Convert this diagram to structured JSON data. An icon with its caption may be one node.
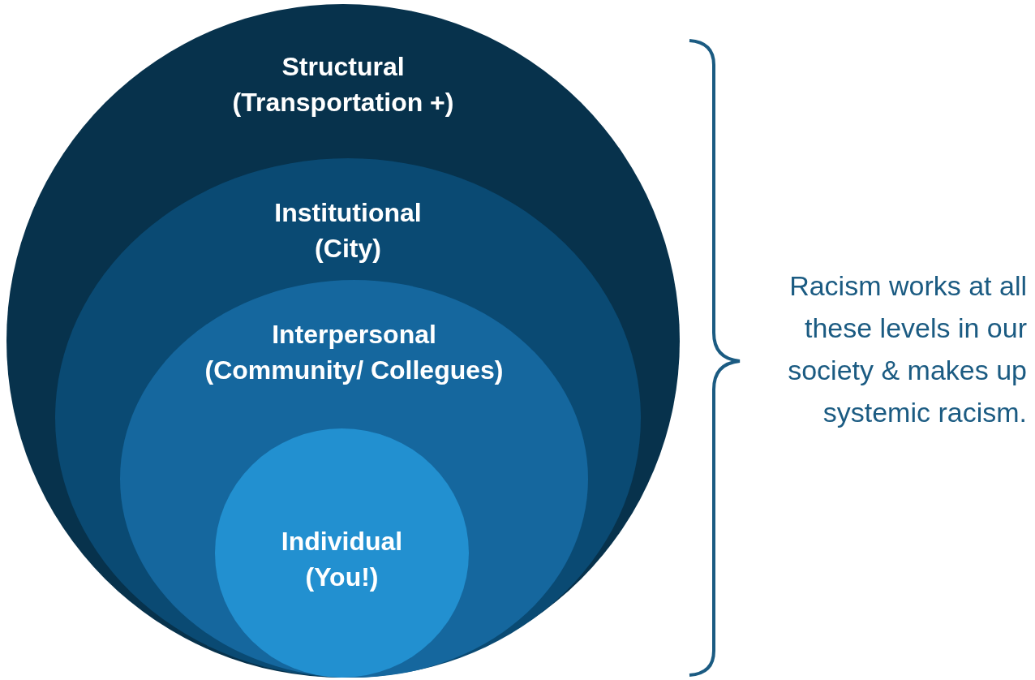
{
  "diagram": {
    "nodes": [
      {
        "text": [
          "Structural",
          "(Transportation +)"
        ]
      },
      {
        "text": [
          "Institutional",
          "(City)"
        ],
        "in": 0
      },
      {
        "text": [
          "Interpersonal",
          "(Community/ Collegues)"
        ],
        "in": 1
      },
      {
        "text": [
          "Individual",
          "(You!)"
        ],
        "in": 2
      }
    ],
    "edges": [],
    "labels": [
      "Racism works at all these levels in our society & makes up systemic racism."
    ]
  }
}
